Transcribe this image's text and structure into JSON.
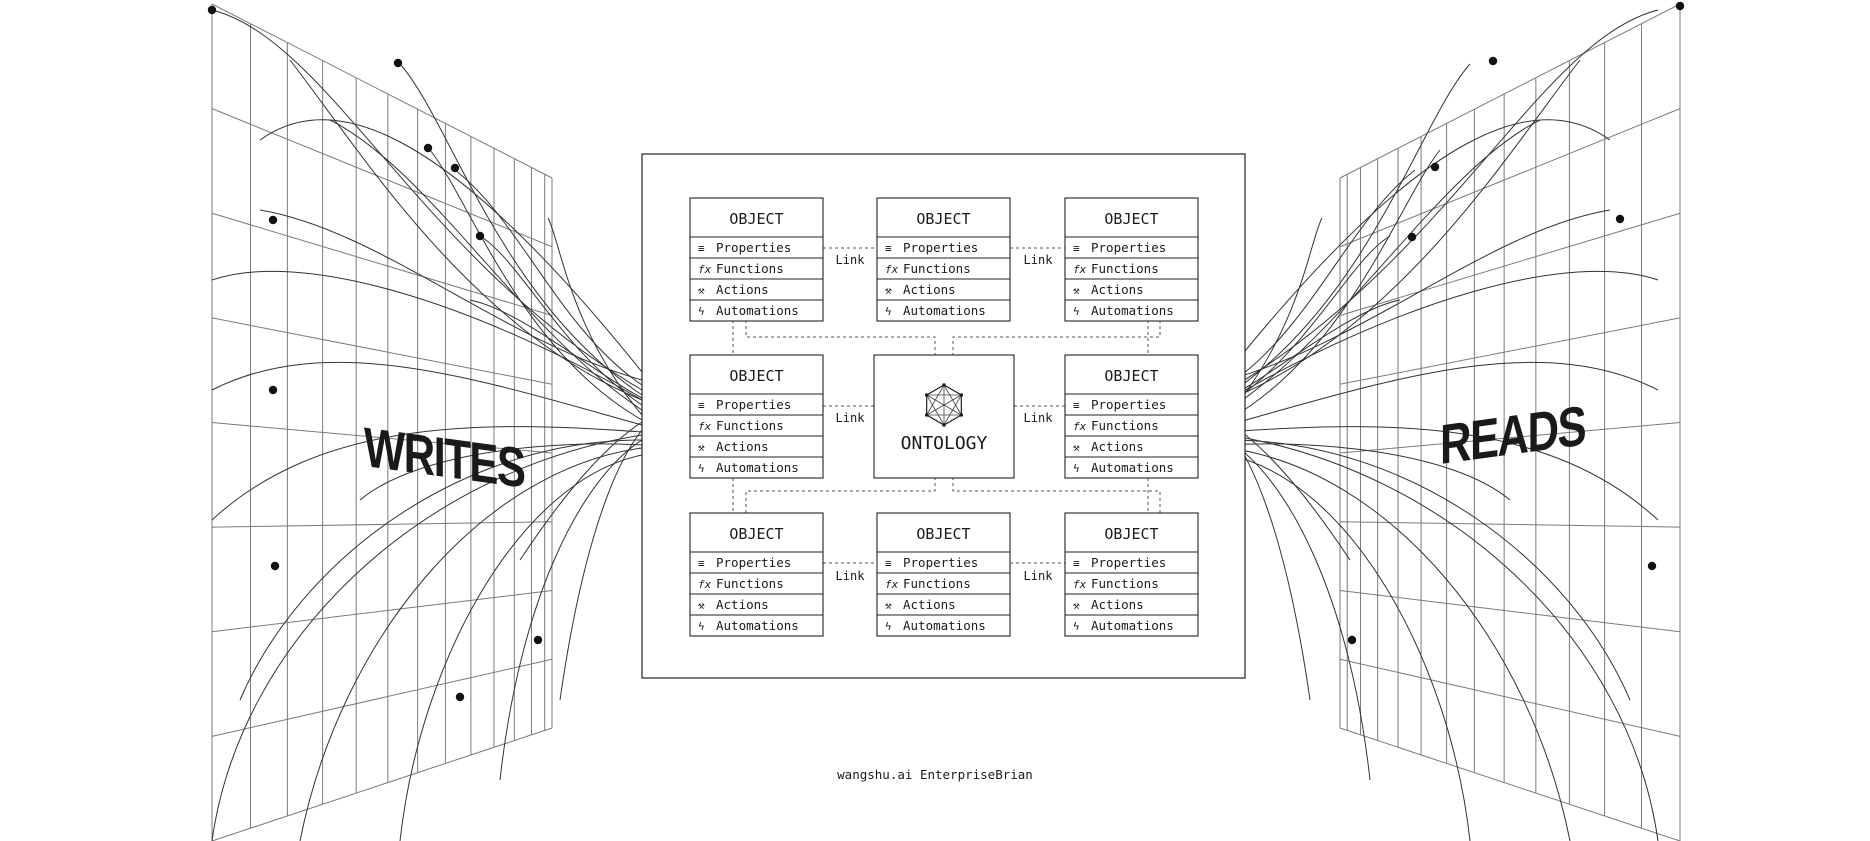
{
  "left_panel": {
    "label": "WRITES"
  },
  "right_panel": {
    "label": "READS"
  },
  "ontology": {
    "label": "ONTOLOGY"
  },
  "objects": [
    {
      "title": "OBJECT",
      "rows": [
        "Properties",
        "Functions",
        "Actions",
        "Automations"
      ]
    },
    {
      "title": "OBJECT",
      "rows": [
        "Properties",
        "Functions",
        "Actions",
        "Automations"
      ]
    },
    {
      "title": "OBJECT",
      "rows": [
        "Properties",
        "Functions",
        "Actions",
        "Automations"
      ]
    },
    {
      "title": "OBJECT",
      "rows": [
        "Properties",
        "Functions",
        "Actions",
        "Automations"
      ]
    },
    {
      "title": "OBJECT",
      "rows": [
        "Properties",
        "Functions",
        "Actions",
        "Automations"
      ]
    },
    {
      "title": "OBJECT",
      "rows": [
        "Properties",
        "Functions",
        "Actions",
        "Automations"
      ]
    },
    {
      "title": "OBJECT",
      "rows": [
        "Properties",
        "Functions",
        "Actions",
        "Automations"
      ]
    },
    {
      "title": "OBJECT",
      "rows": [
        "Properties",
        "Functions",
        "Actions",
        "Automations"
      ]
    }
  ],
  "row_icons": [
    "lines-icon",
    "fx-icon",
    "hammer-icon",
    "bolt-icon"
  ],
  "row_icon_glyphs": [
    "≡",
    "fx",
    "⚒",
    "ϟ"
  ],
  "links": [
    "Link",
    "Link",
    "Link",
    "Link",
    "Link",
    "Link"
  ],
  "footer": {
    "text": "wangshu.ai EnterpriseBrian"
  }
}
